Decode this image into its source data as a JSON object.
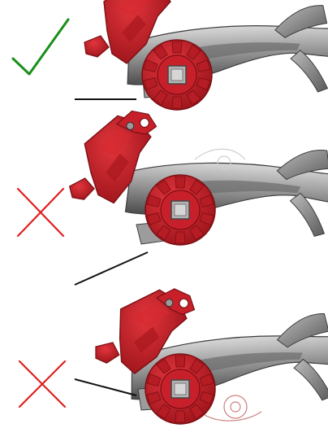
{
  "panels": [
    {
      "id": "correct",
      "verdict": "correct",
      "mark_icon": "check-mark-icon",
      "mark_color": "#1a8f1a"
    },
    {
      "id": "incorrect-tilted-down",
      "verdict": "incorrect",
      "mark_icon": "x-mark-icon",
      "mark_color": "#e02020"
    },
    {
      "id": "incorrect-tilted-up",
      "verdict": "incorrect",
      "mark_icon": "x-mark-icon",
      "mark_color": "#e02020"
    }
  ],
  "colors": {
    "mechanism_red": "#c8202a",
    "mechanism_dark_red": "#8e1218",
    "metal_gray": "#8e8e8e",
    "metal_dark": "#4a4a4a",
    "metal_light": "#c9c9c9",
    "reference_line": "#111111"
  }
}
